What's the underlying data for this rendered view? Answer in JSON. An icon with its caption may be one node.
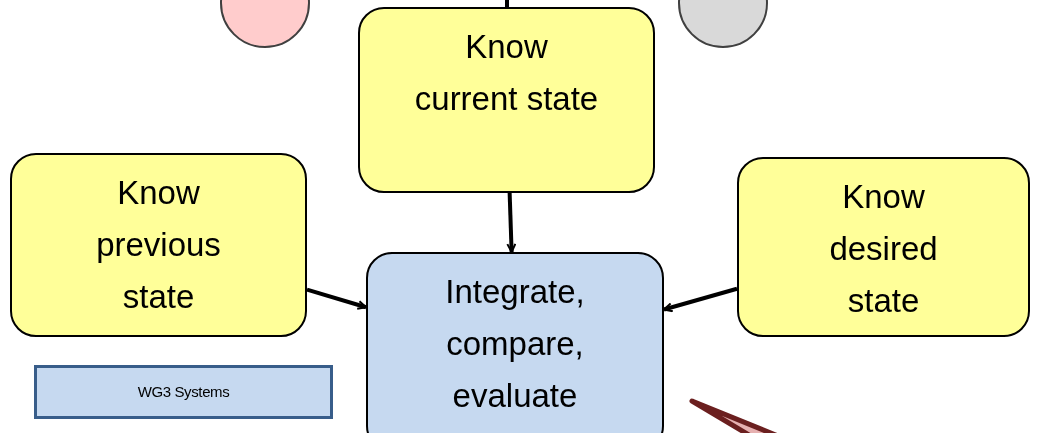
{
  "diagram": {
    "nodes": [
      {
        "text": [],
        "shape": "circle"
      },
      {
        "text": [],
        "shape": "circle"
      },
      {
        "text": [
          "Know current state"
        ]
      },
      {
        "text": [
          "Know previous state"
        ]
      },
      {
        "text": [
          "Know desired state"
        ]
      },
      {
        "text": [
          "Integrate, compare, evaluate"
        ]
      },
      {
        "text": [
          "WG3 Systems"
        ]
      },
      {
        "text": [],
        "shape": "triangle"
      }
    ],
    "edges": [
      {
        "from": null,
        "to": 2,
        "arrow": "none"
      },
      {
        "from": 2,
        "to": 5,
        "arrow": "to"
      },
      {
        "from": 3,
        "to": 5,
        "arrow": "to"
      },
      {
        "from": 4,
        "to": 5,
        "arrow": "to"
      }
    ]
  }
}
